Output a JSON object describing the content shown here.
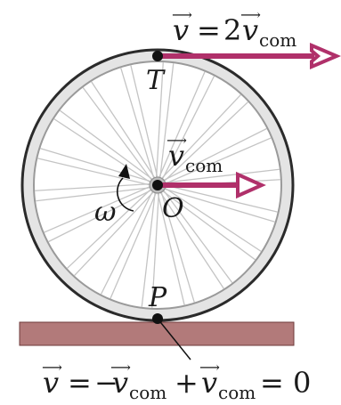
{
  "labels": {
    "top_point": "T",
    "center_point": "O",
    "contact_point": "P",
    "angular_velocity": "ω"
  },
  "equations": {
    "top_velocity": {
      "lhs": "v",
      "equals": "=",
      "coefficient": "2",
      "symbol": "v",
      "subscript": "com"
    },
    "center_velocity": {
      "symbol": "v",
      "subscript": "com"
    },
    "contact_velocity": {
      "lhs": "v",
      "equals": "=",
      "minus": "−",
      "symbol_1": "v",
      "subscript_1": "com",
      "plus": "+",
      "symbol_2": "v",
      "subscript_2": "com",
      "rhs": "= 0"
    }
  },
  "wheel": {
    "spoke_count": 36
  },
  "colors": {
    "vector_arrow": "#b0306a",
    "ground": "#b27a7a",
    "ground_edge": "#6e3a3a",
    "rim_outer": "#2b2b2b",
    "rim_fill": "#d9d9d9",
    "spoke": "#c4c4c4",
    "point": "#111111"
  },
  "icons": {
    "rotation": "curved-arrow-icon"
  }
}
